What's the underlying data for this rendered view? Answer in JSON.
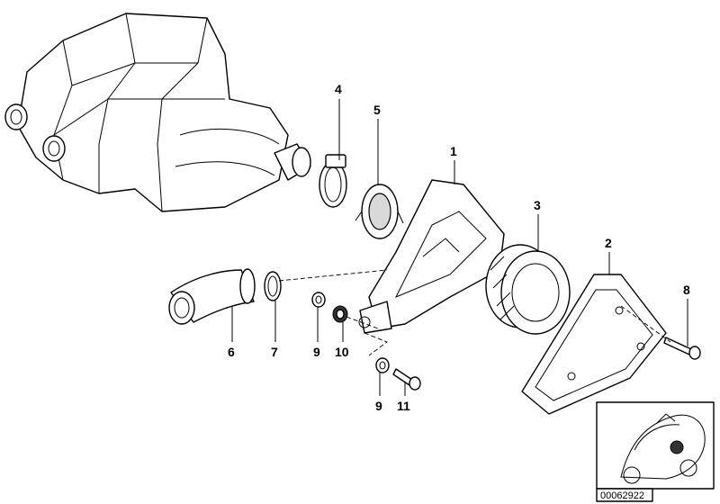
{
  "callouts": {
    "p1": "1",
    "p2": "2",
    "p3": "3",
    "p4": "4",
    "p5": "5",
    "p6": "6",
    "p7": "7",
    "p8": "8",
    "p9a": "9",
    "p9b": "9",
    "p10": "10",
    "p11": "11"
  },
  "reference_number": "00062922",
  "colors": {
    "line": "#000000",
    "background": "#ffffff"
  }
}
